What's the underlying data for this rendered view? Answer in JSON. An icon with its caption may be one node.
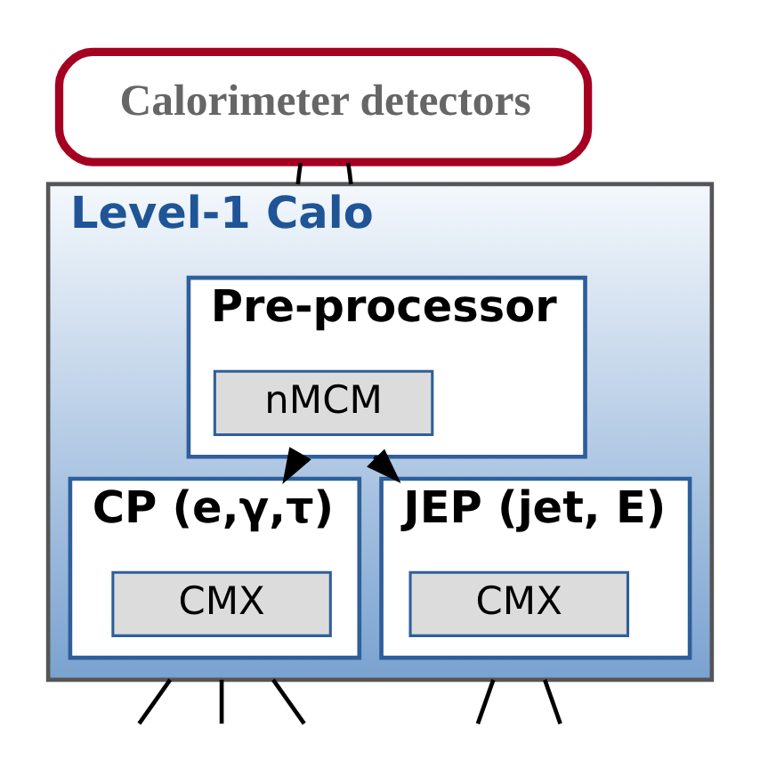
{
  "diagram": {
    "nodes": [
      {
        "text": [
          "Calorimeter detectors"
        ]
      },
      {
        "text": [
          "Level-1 Calo"
        ]
      },
      {
        "text": [
          "Pre-processor"
        ],
        "in": 1
      },
      {
        "text": [
          "nMCM"
        ],
        "in": 2
      },
      {
        "text": [
          "CP (e,γ,τ)"
        ],
        "in": 1
      },
      {
        "text": [
          "CMX"
        ],
        "in": 4
      },
      {
        "text": [
          "JEP (jet, E)"
        ],
        "in": 1
      },
      {
        "text": [
          "CMX"
        ],
        "in": 6
      }
    ],
    "edges": [
      {
        "from": 0,
        "to": 1,
        "arrow": "none"
      },
      {
        "from": 0,
        "to": 1,
        "arrow": "none"
      },
      {
        "from": 2,
        "to": 4,
        "arrow": "to"
      },
      {
        "from": 2,
        "to": 6,
        "arrow": "to"
      },
      {
        "from": 1,
        "to": null,
        "arrow": "none"
      },
      {
        "from": 1,
        "to": null,
        "arrow": "none"
      },
      {
        "from": 1,
        "to": null,
        "arrow": "none"
      },
      {
        "from": 1,
        "to": null,
        "arrow": "none"
      },
      {
        "from": 1,
        "to": null,
        "arrow": "none"
      }
    ]
  }
}
